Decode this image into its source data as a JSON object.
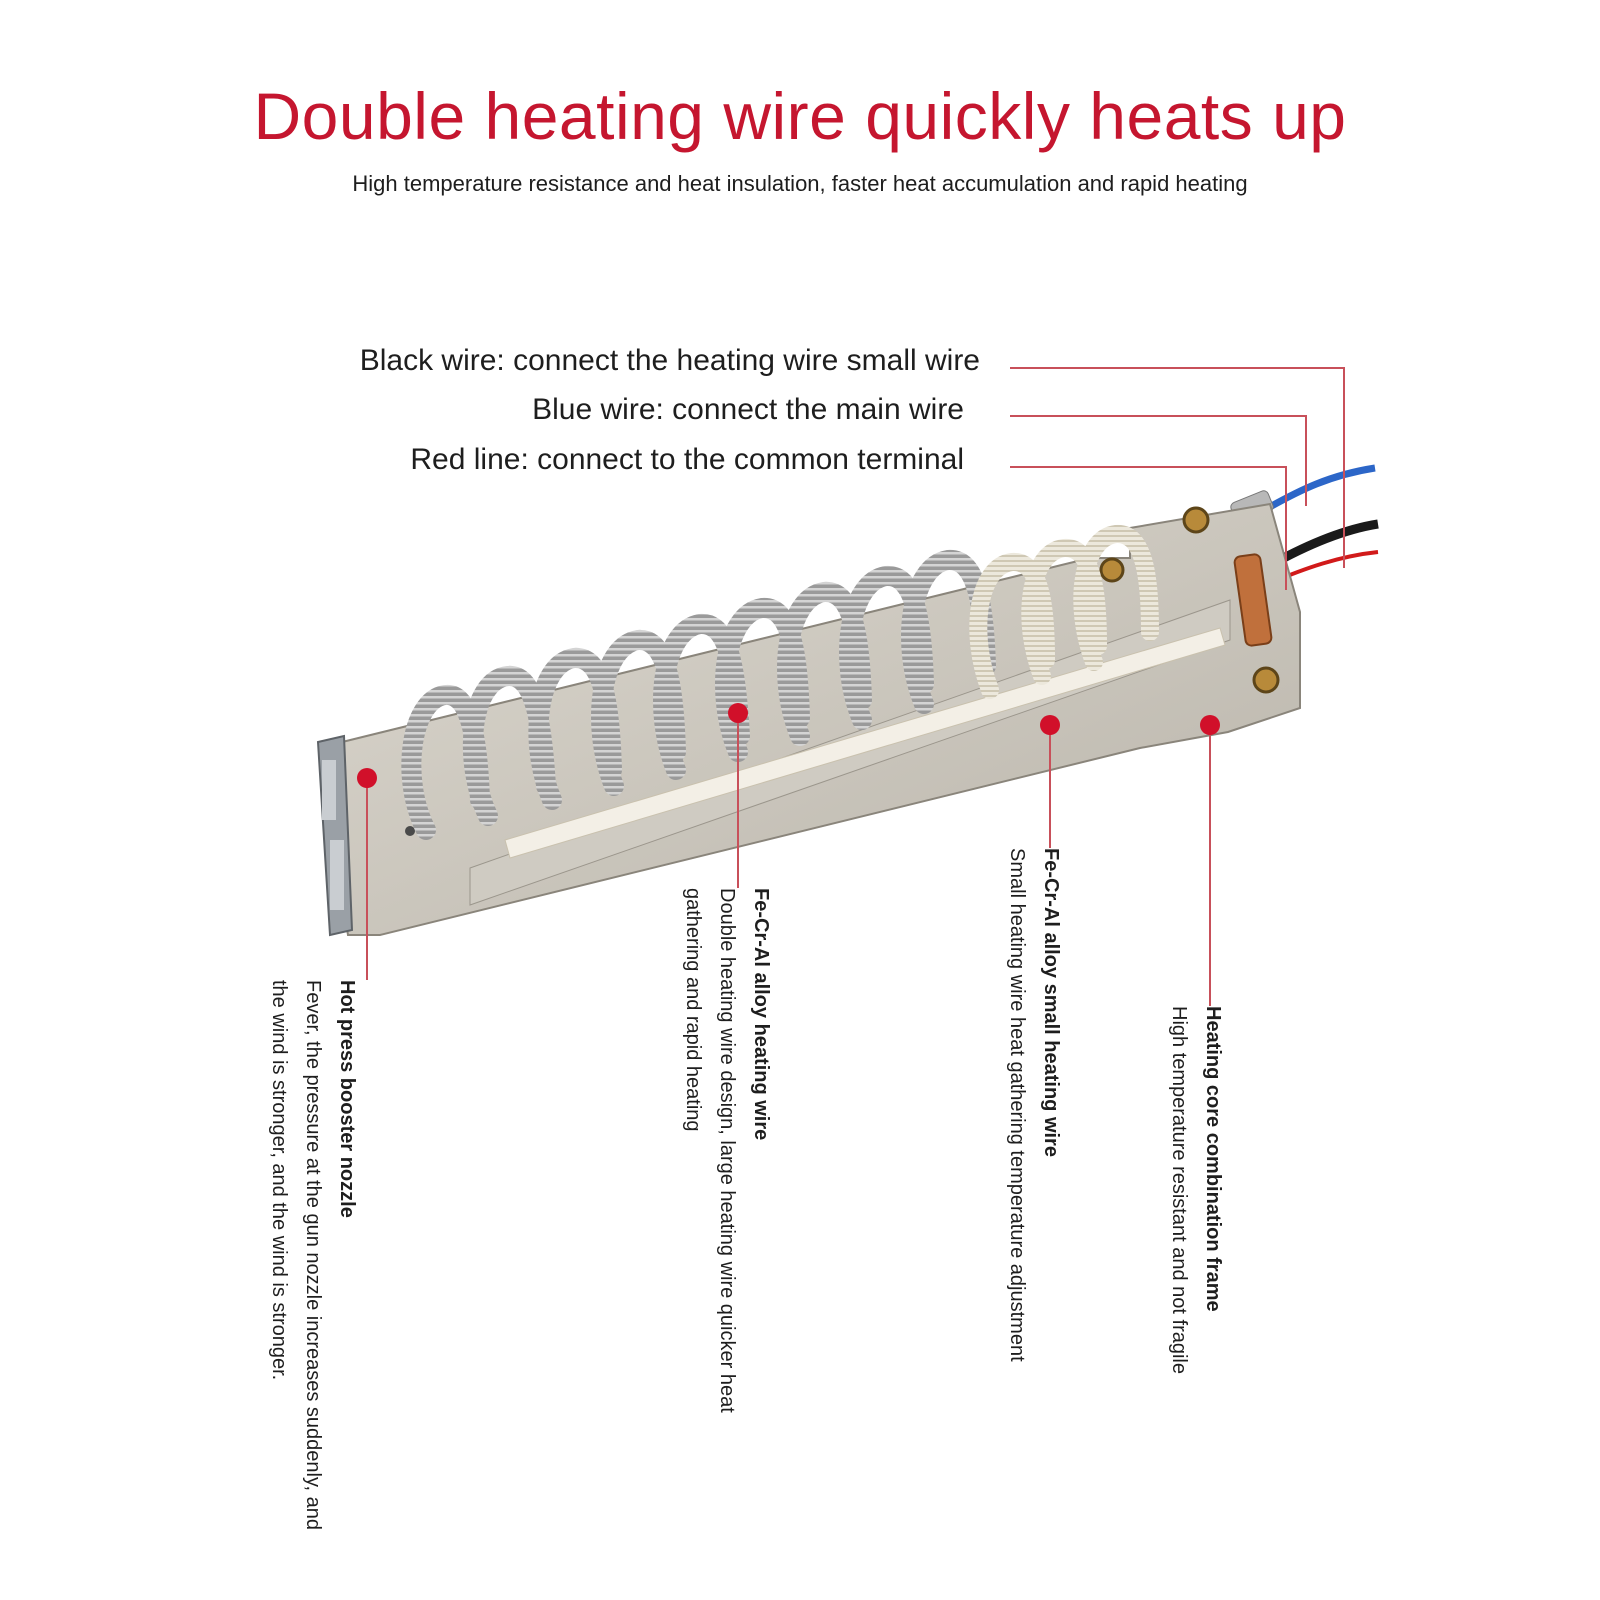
{
  "header": {
    "title": "Double heating wire quickly heats up",
    "subtitle": "High temperature resistance and heat insulation, faster heat accumulation and rapid heating"
  },
  "wire_labels": {
    "black": "Black wire: connect the heating wire small wire",
    "blue": "Blue wire: connect the main wire",
    "red": "Red line: connect to the common terminal"
  },
  "callouts": {
    "nozzle": {
      "title": "Hot press booster nozzle",
      "description": "Fever, the pressure at the gun nozzle increases suddenly, and the wind is stronger, and the wind is stronger."
    },
    "large_wire": {
      "title": "Fe-Cr-Al alloy heating wire",
      "description": "Double heating wire design, large heating wire quicker heat gathering and rapid heating"
    },
    "small_wire": {
      "title": "Fe-Cr-Al alloy small heating wire",
      "description": "Small heating wire heat gathering temperature adjustment"
    },
    "frame": {
      "title": "Heating core combination frame",
      "description": "High temperature resistant and not fragile"
    }
  },
  "colors": {
    "accent": "#c5162f",
    "text": "#1e1e1e",
    "leader_line": "#c8505a",
    "mica": "#c9c5bc",
    "coil": "#8e8e8e",
    "blue_wire": "#2c66c8",
    "black_wire": "#1a1a1a",
    "red_wire": "#d11a1a"
  }
}
